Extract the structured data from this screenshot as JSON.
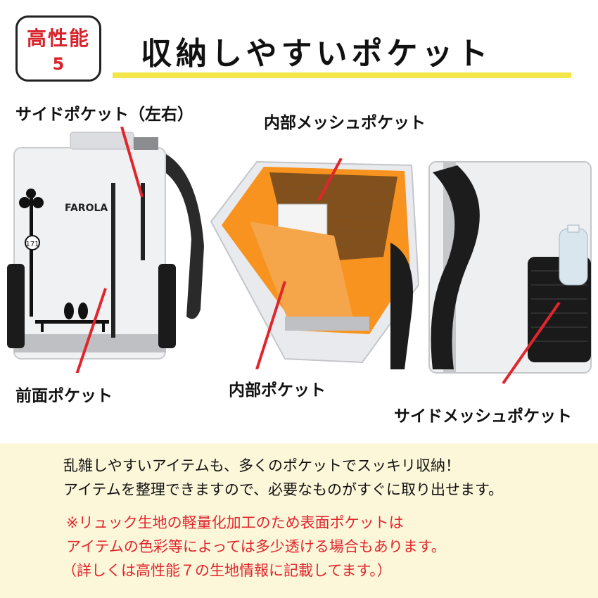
{
  "badge": {
    "line1": "高性能",
    "line2": "5"
  },
  "title": "収納しやすいポケット",
  "labels": {
    "side_pocket": "サイドポケット（左右）",
    "inner_mesh": "内部メッシュポケット",
    "front_pocket": "前面ポケット",
    "inner_pocket": "内部ポケット",
    "side_mesh": "サイドメッシュポケット"
  },
  "brand": "FAROLA",
  "sign_number": "171",
  "description": [
    "乱雑しやすいアイテムも、多くのポケットでスッキリ収納！",
    "アイテムを整理できますので、必要なものがすぐに取り出せます。"
  ],
  "notes": [
    "※リュック生地の軽量化加工のため表面ポケットは",
    "アイテムの色彩等によっては多少透ける場合もあります。",
    "（詳しくは高性能７の生地情報に記載してます。）"
  ],
  "colors": {
    "accent_red": "#e0262d",
    "highlight_yellow": "#f2e64a",
    "cream": "#fdf7da",
    "orange_lining": "#f7931e"
  }
}
